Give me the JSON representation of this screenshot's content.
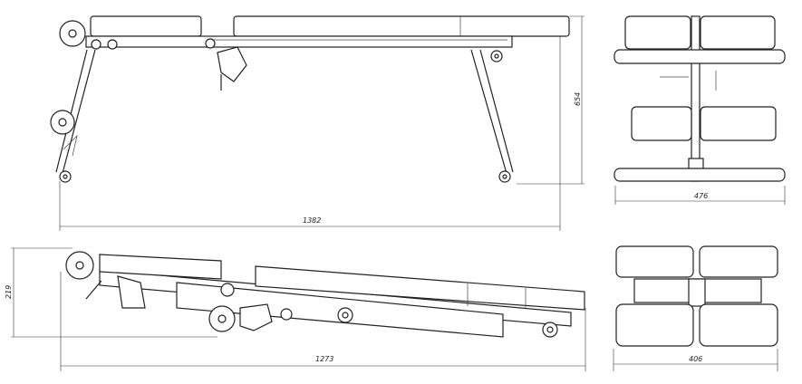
{
  "title": "Adjustable bench technical drawing",
  "views": {
    "side_flat": {
      "length_label": "1382",
      "height_label": "654"
    },
    "front_flat": {
      "width_label": "476"
    },
    "side_folded": {
      "length_label": "1273",
      "height_label": "219"
    },
    "front_folded": {
      "width_label": "406"
    }
  },
  "colors": {
    "line": "#222222",
    "background": "#ffffff"
  }
}
